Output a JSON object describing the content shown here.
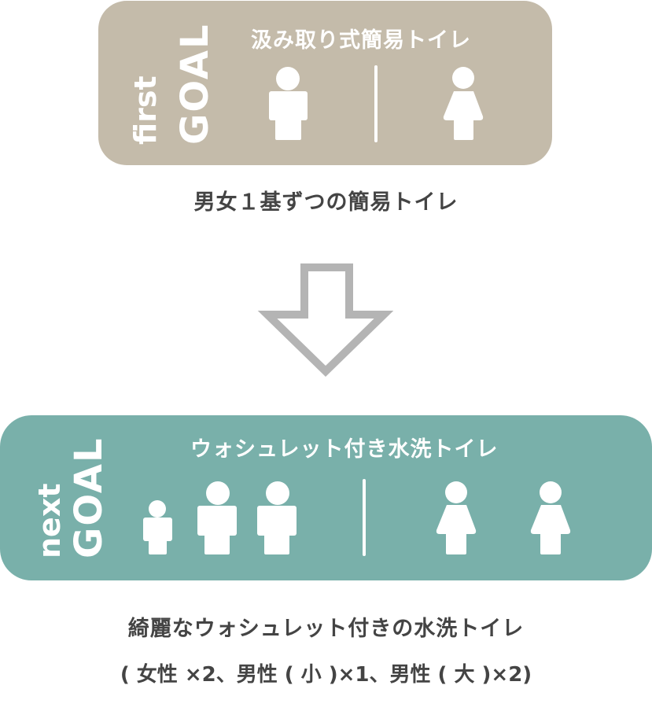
{
  "first_goal": {
    "label_line1": "first",
    "label_line2": "GOAL",
    "title": "汲み取り式簡易トイレ",
    "icons": [
      "man-icon",
      "divider",
      "woman-icon"
    ],
    "bg_color": "#C4BBAA",
    "caption": "男女１基ずつの簡易トイレ"
  },
  "arrow": {
    "icon": "down-arrow-outline-icon",
    "stroke_color": "#B4B4B4"
  },
  "next_goal": {
    "label_line1": "next",
    "label_line2": "GOAL",
    "title": "ウォシュレット付き水洗トイレ",
    "icons": [
      "small-man-icon",
      "man-icon",
      "man-icon",
      "divider",
      "woman-icon",
      "woman-icon"
    ],
    "bg_color": "#79B0AA",
    "caption_line1": "綺麗なウォシュレット付きの水洗トイレ",
    "caption_line2": "( 女性 ×2、男性 ( 小 )×1、男性 ( 大 )×2)"
  }
}
